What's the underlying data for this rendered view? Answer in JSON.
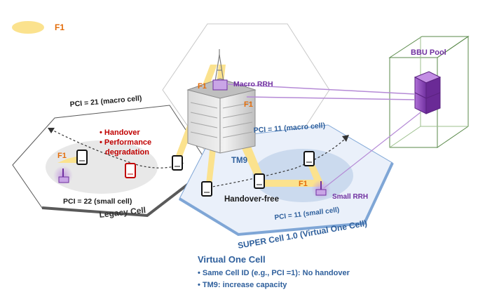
{
  "legend": {
    "label": "F1"
  },
  "labels": {
    "pci_macro_legacy": "PCI = 21 (macro cell)",
    "pci_small_legacy": "PCI = 22 (small cell)",
    "pci_macro_super": "PCI = 11 (macro cell)",
    "pci_small_super": "PCI = 11 (small cell)",
    "legacy_cell": "Legacy Cell",
    "super_cell": "SUPER Cell 1.0 (Virtual One Cell)",
    "handover_line1": "• Handover",
    "handover_line2": "• Performance",
    "handover_line3": "degradation",
    "handover_free": "Handover-free",
    "tm9": "TM9",
    "macro_rrh": "Macro RRH",
    "small_rrh": "Small RRH",
    "bbu_pool": "BBU Pool",
    "f1": "F1"
  },
  "info": {
    "title": "Virtual One Cell",
    "bullet1": "• Same Cell ID (e.g., PCI =1): No handover",
    "bullet2": "• TM9: increase capacity"
  },
  "colors": {
    "f1_beam": "#fbe28e",
    "f1_text": "#e36c09",
    "red": "#c00000",
    "purple": "#7030a0",
    "blue_text": "#2e5f9c",
    "super_fill": "#eaf0fa"
  }
}
